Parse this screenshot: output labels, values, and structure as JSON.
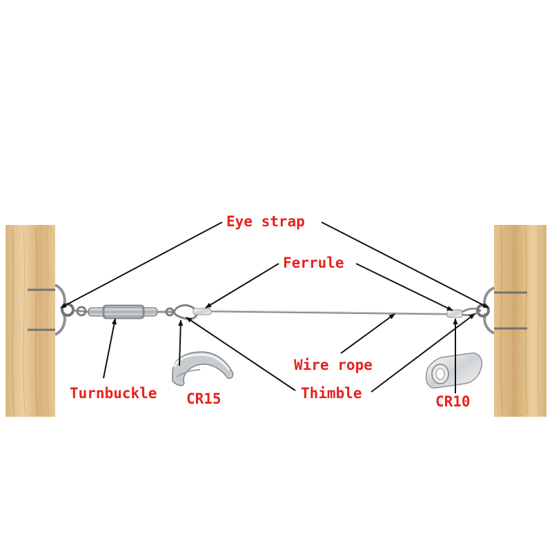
{
  "labels": {
    "eye_strap": "Eye strap",
    "ferrule": "Ferrule",
    "wire_rope": "Wire rope",
    "turnbuckle": "Turnbuckle",
    "cr15": "CR15",
    "thimble": "Thimble",
    "cr10": "CR10"
  },
  "colors": {
    "label": "#e8201c",
    "arrow": "#111111",
    "wood": "#e2c08f",
    "wood_grain": "#c79a5e",
    "steel": "#b9bcbf",
    "steel_dark": "#6f7377"
  }
}
